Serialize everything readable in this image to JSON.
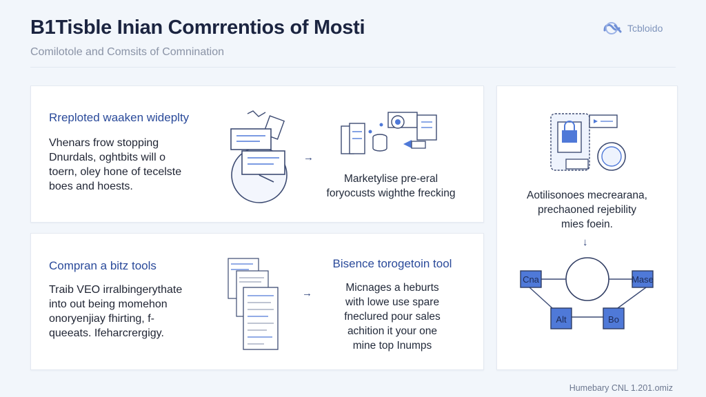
{
  "header": {
    "title": "B1Tisble Inian Comrrentios of Mosti",
    "subtitle": "Comilotole and Comsits of Comnination",
    "logo_text": "Tcbloido",
    "logo_icon": "wave-logo-icon"
  },
  "card_top": {
    "heading": "Rreploted waaken wideplty",
    "body": [
      "Vhenars frow stopping",
      "Dnurdals, oghtbits will o",
      "toern, oley hone of tecelste",
      "boes and hoests."
    ],
    "caption": [
      "Marketylise pre-eral",
      "foryocusts wighthe frecking"
    ],
    "arrow": "→"
  },
  "card_bottom": {
    "heading": "Compran a bitz tools",
    "body": [
      "Traib VEO irralbingerythate",
      "into out being momehon",
      "onoryenjiay fhirting, f-",
      "queeats. Ifeharcrergigy."
    ],
    "tool_heading": "Bisence torogetoin tool",
    "tool_body": [
      "Micnages a heburts",
      "with lowe use spare",
      "fneclured pour sales",
      "achition it your one",
      "mine top Inumps"
    ],
    "arrow": "→"
  },
  "card_side": {
    "caption": [
      "Aotilisonoes mecrearana,",
      "prechaoned rejebility",
      "mies foein."
    ],
    "down_arrow": "↓",
    "nodes": [
      "Cna",
      "Mase",
      "Alt",
      "Bo"
    ]
  },
  "footer": "Humebary CNL 1.201.omiz",
  "colors": {
    "accent": "#2a4a9a",
    "node_fill": "#4f79d8",
    "line": "#3b4a74"
  }
}
